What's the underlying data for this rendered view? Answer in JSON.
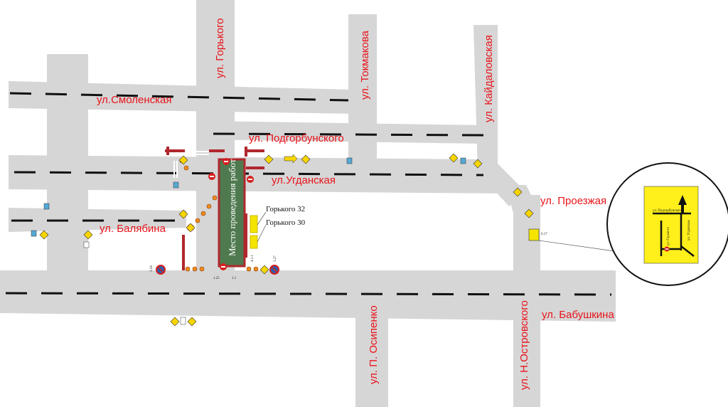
{
  "colors": {
    "road": "#d6d6d6",
    "street_label": "#e8141b",
    "work_zone": "#4f7a4f",
    "barrier_red": "#b0272d",
    "sign_yellow": "#f7d500",
    "building_yellow": "#f5e400",
    "inset_bg": "#ffef1a"
  },
  "streets": {
    "gorkogo": "ул. Горького",
    "smolenskaya": "ул.Смоленская",
    "tokmakova": "ул. Токмакова",
    "kaidalovskaya": "ул. Кайдаловская",
    "podgorbunskogo": "ул. Подгорбунского",
    "ugdanskaya": "ул.Угданская",
    "balyabina": "ул. Балябина",
    "proezzhaya": "ул. Проезжая",
    "osipenko": "ул. П. Осипенко",
    "ostrovskogo": "ул. Н.Островского",
    "babushkina": "ул. Бабушкина"
  },
  "buildings": {
    "g32": "Горького 32",
    "g30": "Горького 30"
  },
  "work_zone_label": "Место проведения работ",
  "sign_codes": {
    "s325": "1.25",
    "s31": "3.1",
    "s327": "3.27",
    "s617": "6.17",
    "s4": "4.1.1",
    "s3": "3.24"
  },
  "inset": {
    "street_a": "ул. Подгорбунского",
    "street_b": "ул. Горького",
    "street_c": "ул. Угданская"
  }
}
